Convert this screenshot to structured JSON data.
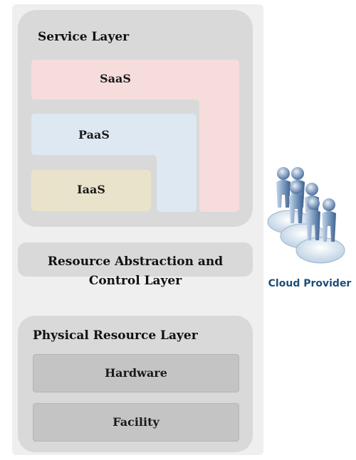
{
  "service_layer": {
    "title": "Service Layer",
    "saas": "SaaS",
    "paas": "PaaS",
    "iaas": "IaaS"
  },
  "resource_layer": {
    "line1": "Resource Abstraction and",
    "line2": "Control Layer"
  },
  "physical_layer": {
    "title": "Physical Resource Layer",
    "hardware": "Hardware",
    "facility": "Facility"
  },
  "actor": {
    "label": "Cloud Provider",
    "icon": "people-group-icon"
  },
  "colors": {
    "saas": "#f7dcdc",
    "paas": "#dde8f2",
    "iaas": "#eae3cc",
    "layer": "#d9d9d9",
    "box": "#c4c4c4",
    "provider_label": "#1f4e79"
  }
}
